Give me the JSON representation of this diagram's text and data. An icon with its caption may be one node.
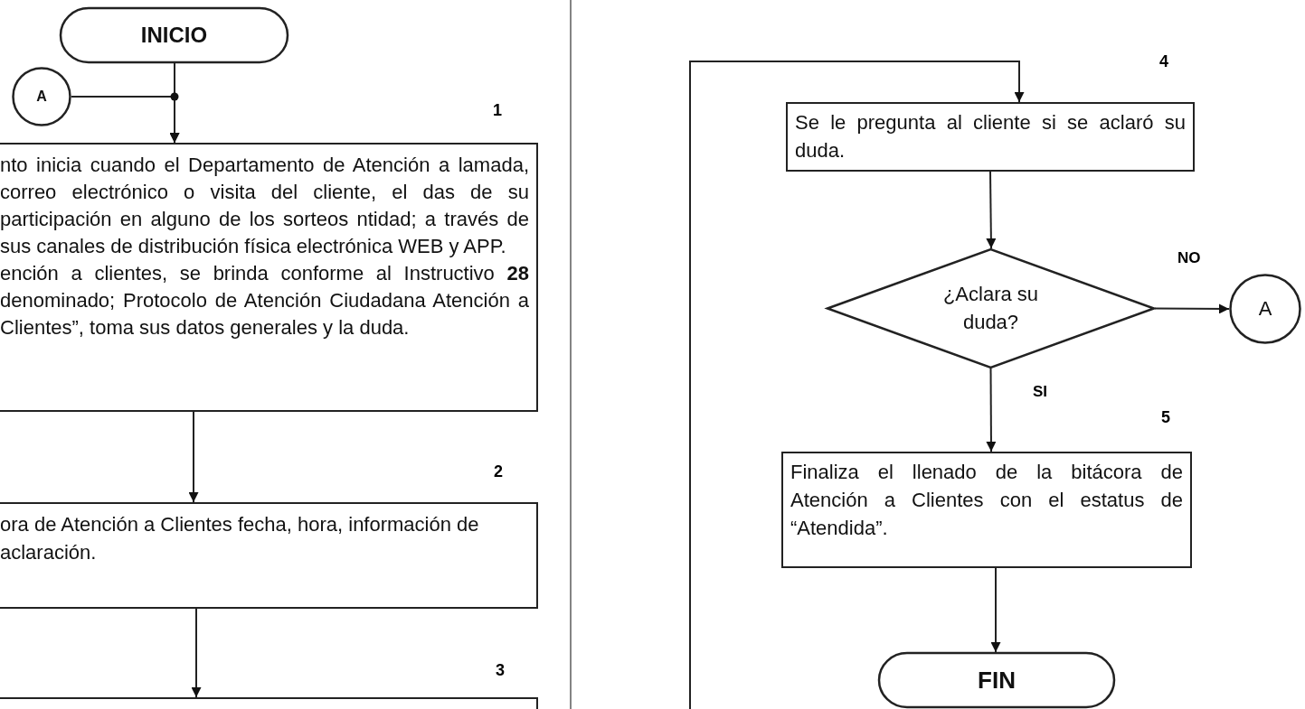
{
  "diagram": {
    "nodes": [
      {
        "text": [
          "INICIO"
        ]
      },
      {
        "text": [
          "A"
        ]
      },
      {
        "text": [
          "nto inicia cuando el Departamento de Atención a lamada, correo electrónico o visita del cliente, el das de su participación en alguno de los sorteos ntidad; a través de sus canales de distribución física electrónica WEB y APP.",
          "ención a clientes, se brinda conforme al Instructivo **28** denominado; Protocolo de Atención Ciudadana Atención a Clientes”, toma sus datos generales y la duda."
        ],
        "beside": [
          "1"
        ]
      },
      {
        "text": [
          "ora de Atención a Clientes fecha, hora, información de aclaración."
        ],
        "beside": [
          "2"
        ]
      },
      {
        "text": [],
        "shape": "box",
        "beside": [
          "3"
        ]
      },
      {
        "text": [
          "Se le pregunta al cliente si se aclaró su duda."
        ],
        "beside": [
          "4"
        ]
      },
      {
        "text": [
          "¿Aclara su duda?"
        ]
      },
      {
        "text": [
          "A"
        ]
      },
      {
        "text": [
          "Finaliza el llenado de la bitácora de Atención a Clientes con el estatus de “Atendida”."
        ],
        "beside": [
          "5"
        ]
      },
      {
        "text": [
          "FIN"
        ]
      }
    ],
    "edges": [
      {
        "from": 0,
        "to": 2,
        "arrow": "to"
      },
      {
        "from": 1,
        "to": 2,
        "arrow": "to"
      },
      {
        "from": 2,
        "to": 3,
        "arrow": "to"
      },
      {
        "from": 3,
        "to": 4,
        "arrow": "to"
      },
      {
        "from": null,
        "to": 5,
        "arrow": "to"
      },
      {
        "from": 5,
        "to": 6,
        "arrow": "to"
      },
      {
        "from": 6,
        "to": 7,
        "arrow": "to",
        "label": "NO"
      },
      {
        "from": 6,
        "to": 8,
        "arrow": "to",
        "label": "SI"
      },
      {
        "from": 8,
        "to": 9,
        "arrow": "to"
      }
    ]
  }
}
